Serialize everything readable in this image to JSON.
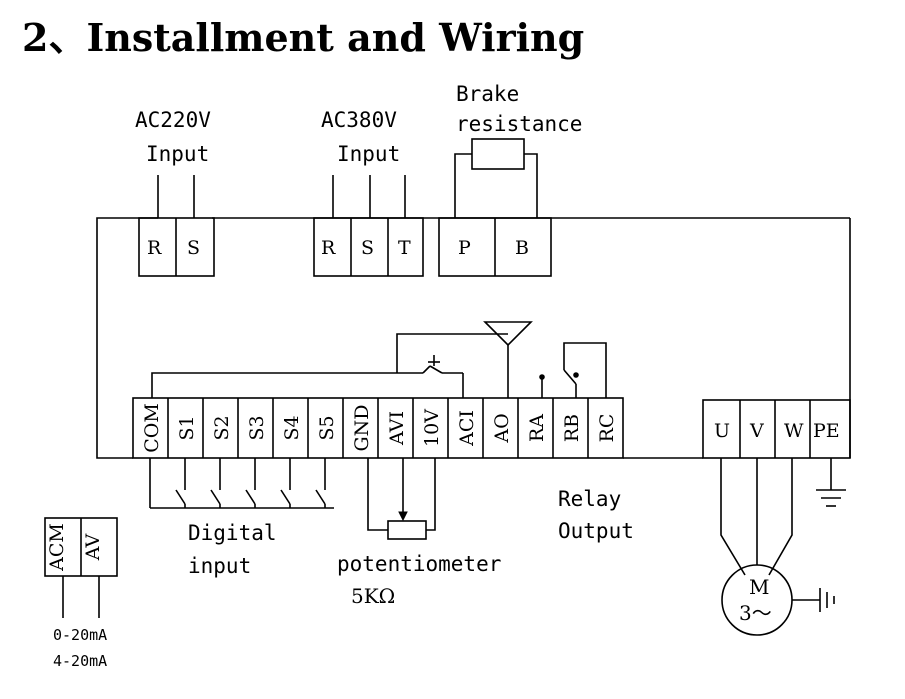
{
  "title": "2、Installment and Wiring",
  "inputs": {
    "ac220": {
      "line1": "AC220V",
      "line2": "Input",
      "terminals": [
        "R",
        "S"
      ]
    },
    "ac380": {
      "line1": "AC380V",
      "line2": "Input",
      "terminals": [
        "R",
        "S",
        "T"
      ]
    },
    "brake": {
      "line1": "Brake",
      "line2": "resistance",
      "terminals": [
        "P",
        "B"
      ]
    }
  },
  "control_terminals": [
    "COM",
    "S1",
    "S2",
    "S3",
    "S4",
    "S5",
    "GND",
    "AVI",
    "10V",
    "ACI",
    "AO",
    "RA",
    "RB",
    "RC"
  ],
  "motor_terminals": [
    "U",
    "V",
    "W",
    "PE"
  ],
  "labels": {
    "digital_line1": "Digital",
    "digital_line2": "input",
    "pot_line1": "potentiometer",
    "pot_line2": "5KΩ",
    "relay_line1": "Relay",
    "relay_line2": "Output",
    "motor_line1": "M",
    "motor_line2": "3～"
  },
  "meter": {
    "terminals": [
      "ACM",
      "AV"
    ],
    "range1": "0-20mA",
    "range2": "4-20mA"
  }
}
